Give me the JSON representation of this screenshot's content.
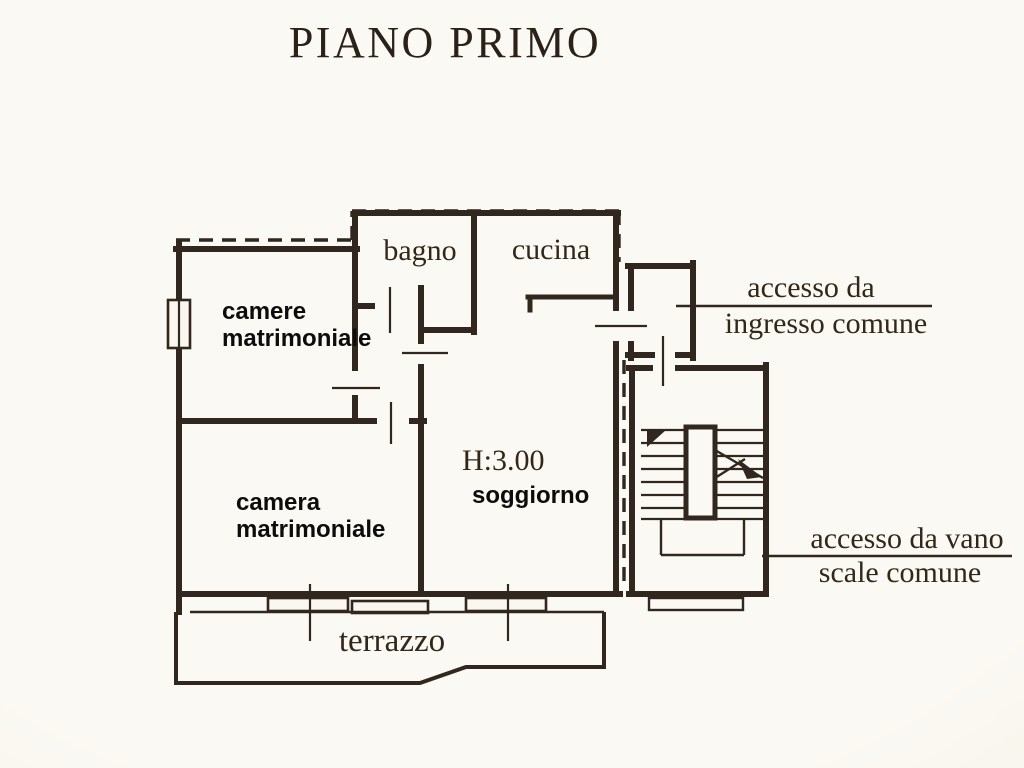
{
  "title": "PIANO PRIMO",
  "colors": {
    "paper": "#faf7f0",
    "ink": "#31271e",
    "label_ink": "#0c0c0c"
  },
  "rooms": {
    "bagno": {
      "label": "bagno"
    },
    "cucina": {
      "label": "cucina"
    },
    "camere_matrimoniale": {
      "line1": "camere",
      "line2": "matrimoniale"
    },
    "camera_matrimoniale": {
      "line1": "camera",
      "line2": "matrimoniale"
    },
    "soggiorno": {
      "label": "soggiorno",
      "ceiling_height": "H:3.00"
    },
    "terrazzo": {
      "label": "terrazzo"
    }
  },
  "annotations": {
    "ingresso_comune": {
      "line1": "accesso da",
      "line2": "ingresso comune"
    },
    "vano_scale": {
      "line1": "accesso da vano",
      "line2": "scale comune"
    }
  }
}
